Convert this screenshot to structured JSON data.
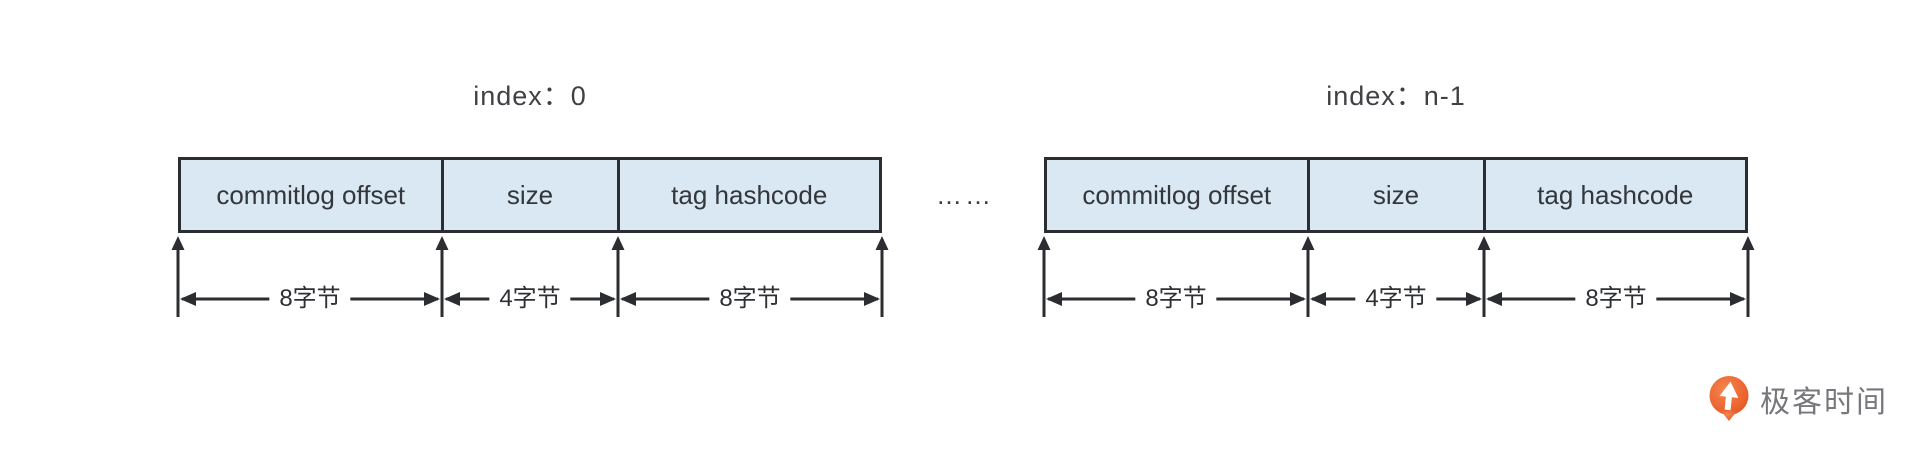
{
  "diagram": {
    "records": [
      {
        "index_label": "index：0",
        "fields": [
          {
            "name": "commitlog offset",
            "size_label": "8字节",
            "size_bytes": 8
          },
          {
            "name": "size",
            "size_label": "4字节",
            "size_bytes": 4
          },
          {
            "name": "tag hashcode",
            "size_label": "8字节",
            "size_bytes": 8
          }
        ]
      },
      {
        "index_label": "index：n-1",
        "fields": [
          {
            "name": "commitlog offset",
            "size_label": "8字节",
            "size_bytes": 8
          },
          {
            "name": "size",
            "size_label": "4字节",
            "size_bytes": 4
          },
          {
            "name": "tag hashcode",
            "size_label": "8字节",
            "size_bytes": 8
          }
        ]
      }
    ],
    "ellipsis": "……",
    "colors": {
      "cell_fill": "#d9e8f2",
      "line": "#2b2d30",
      "text": "#33363a"
    }
  },
  "branding": {
    "logo_text": "极客时间",
    "logo_orange": "#ec6430",
    "logo_text_color": "#77787b"
  }
}
